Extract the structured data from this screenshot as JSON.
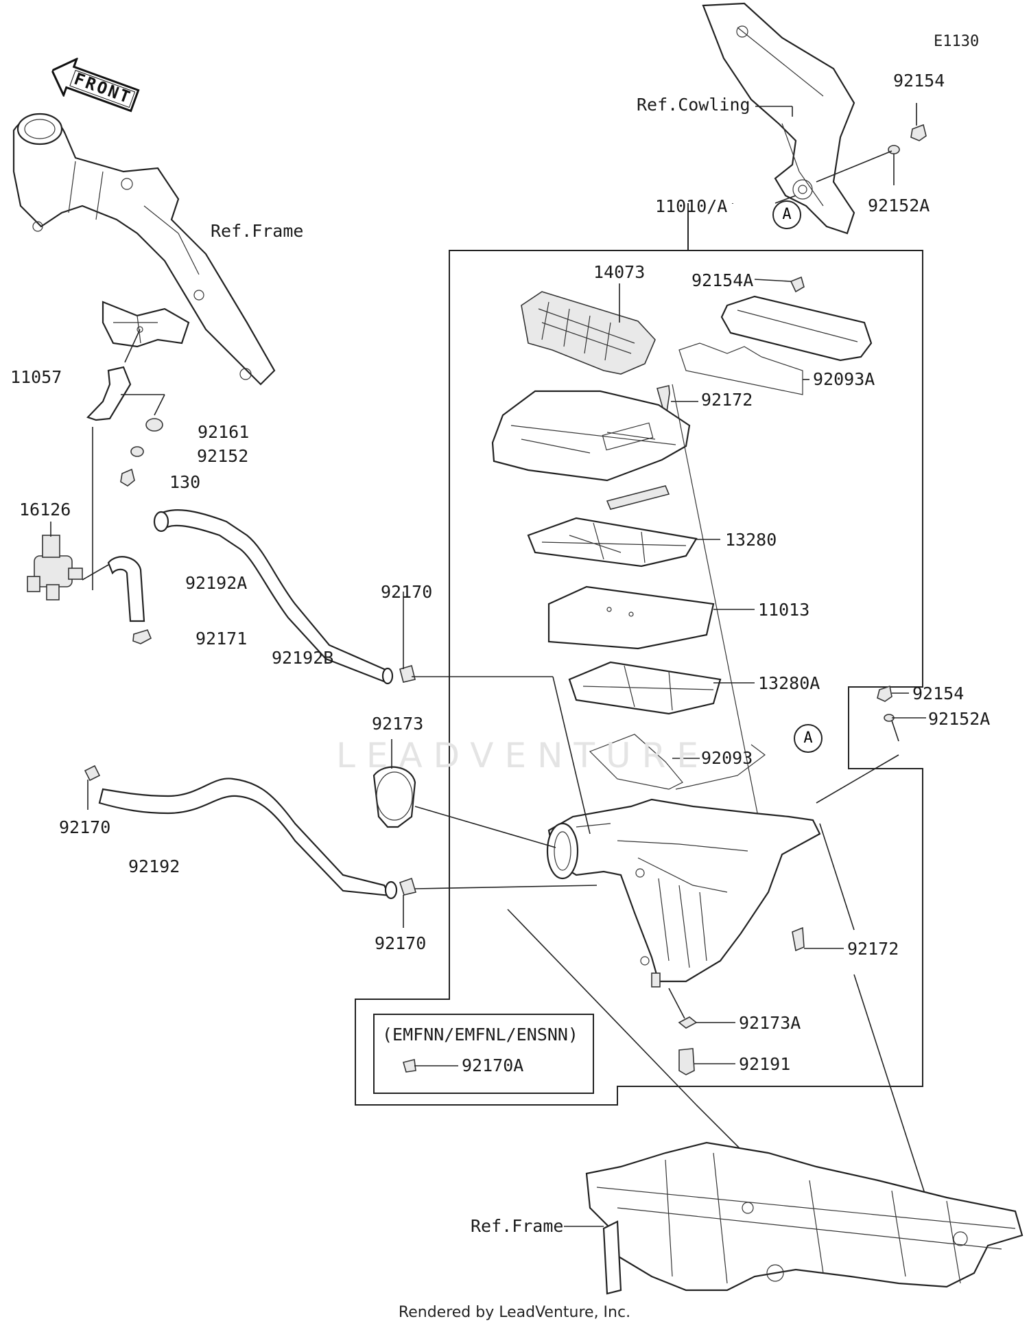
{
  "diagram_code": "E1130",
  "front_label": "FRONT",
  "footer": "Rendered by LeadVenture, Inc.",
  "watermark": "LEADVENTURE",
  "variant_note": "(EMFNN/EMFNL/ENSNN)",
  "callout_marker": "A",
  "labels": {
    "p92154_top": "92154",
    "ref_cowling": "Ref.Cowling",
    "p92152A_top": "92152A",
    "p11010A": "11010/A",
    "ref_frame_top": "Ref.Frame",
    "p14073": "14073",
    "p92154A": "92154A",
    "p92093A": "92093A",
    "p92172_top": "92172",
    "p11057": "11057",
    "p92161": "92161",
    "p92152": "92152",
    "p130": "130",
    "p16126": "16126",
    "p13280": "13280",
    "p92192A": "92192A",
    "p92170_upper": "92170",
    "p11013": "11013",
    "p92171": "92171",
    "p92192B": "92192B",
    "p13280A": "13280A",
    "p92154_right": "92154",
    "p92152A_right": "92152A",
    "p92173": "92173",
    "p92093": "92093",
    "p92170_left": "92170",
    "p92192": "92192",
    "p92170_lower": "92170",
    "p92172_bottom": "92172",
    "p92173A": "92173A",
    "p92170A": "92170A",
    "p92191": "92191",
    "ref_frame_bottom": "Ref.Frame"
  }
}
